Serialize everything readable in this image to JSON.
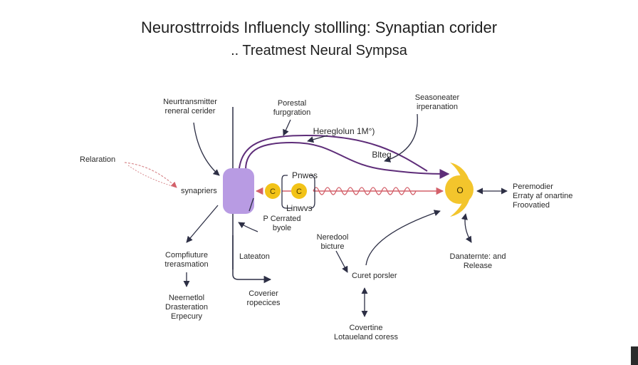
{
  "title": {
    "line1": "Neurosttrroids Influencly stollling: Synaptian corider",
    "line2": ".. Treatmest Neural Sympsa"
  },
  "labels": {
    "neurotransmitter": [
      "Neurtransmitter",
      "reneral cerider"
    ],
    "potential": [
      "Porestal",
      "furpgration"
    ],
    "seasonal": [
      "Seasoneater",
      "irperanation"
    ],
    "hereglolon": "Hereglolun 1M°)",
    "bleg": "Blteg",
    "relaxation": "Relaration",
    "synaptic": "synapriers",
    "pnwes": "Pnwes",
    "linwws": "Linwvs",
    "ion_c1": "C",
    "ion_c2": "C",
    "receptor_o": "O",
    "pcerrated": [
      "P Cerrated",
      "byole"
    ],
    "peremodier": [
      "Peremodier",
      "Erraty af onartine",
      "Froovatied"
    ],
    "compfluture": [
      "Compfiuture",
      "trerasmation"
    ],
    "lateation": "Lateaton",
    "neredool": [
      "Neredool",
      "bicture"
    ],
    "curet_porder": "Curet porsler",
    "danatemte": [
      "Danaternte: and",
      "Release"
    ],
    "neurological": [
      "Neernetlol",
      "Drasteration",
      "Erpecury"
    ],
    "coverier": [
      "Coverier",
      "ropecices"
    ],
    "covertine": [
      "Covertine",
      "Lotaueland coress"
    ]
  },
  "colors": {
    "synapse_fill": "#b89be3",
    "arc_purple": "#5e2d79",
    "ion_yellow": "#f2c318",
    "receptor_yellow": "#f3c52c",
    "wave_pink": "#d3606a",
    "arrow_dark": "#2d2f45",
    "relaxation_pink": "#d88a8e"
  }
}
